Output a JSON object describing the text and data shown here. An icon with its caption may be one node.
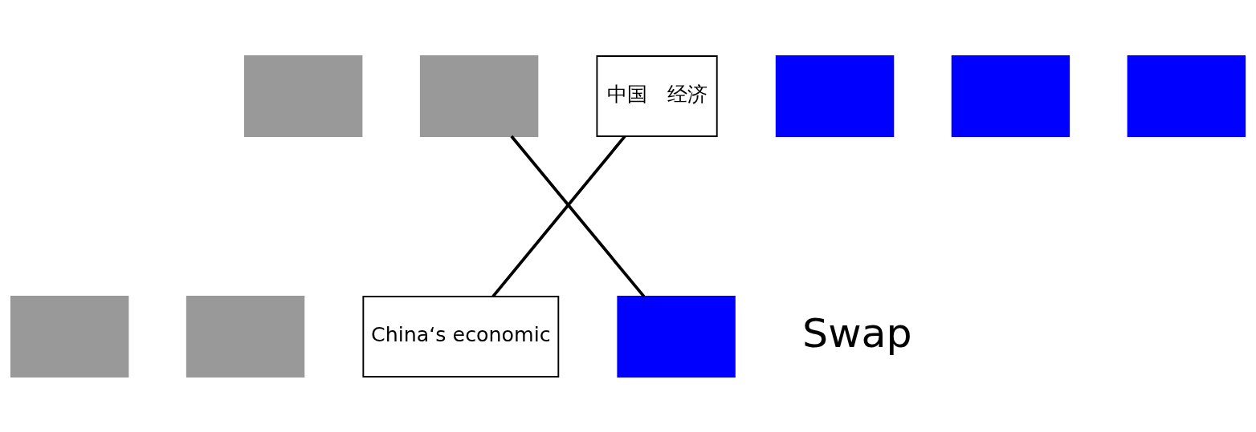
{
  "diagram": {
    "nodes": [
      {
        "text": [],
        "shape": "box"
      },
      {
        "text": [],
        "shape": "box"
      },
      {
        "text": [
          "中国　经济"
        ]
      },
      {
        "text": [],
        "shape": "box"
      },
      {
        "text": [],
        "shape": "box"
      },
      {
        "text": [],
        "shape": "box"
      },
      {
        "text": [],
        "shape": "box"
      },
      {
        "text": [],
        "shape": "box"
      },
      {
        "text": [
          "China‘s economic"
        ]
      },
      {
        "text": [],
        "shape": "box"
      }
    ],
    "edges": [
      {
        "from": 2,
        "to": 8,
        "arrow": "none"
      },
      {
        "from": 1,
        "to": 9,
        "arrow": "none"
      }
    ],
    "labels": [
      "Swap"
    ]
  }
}
